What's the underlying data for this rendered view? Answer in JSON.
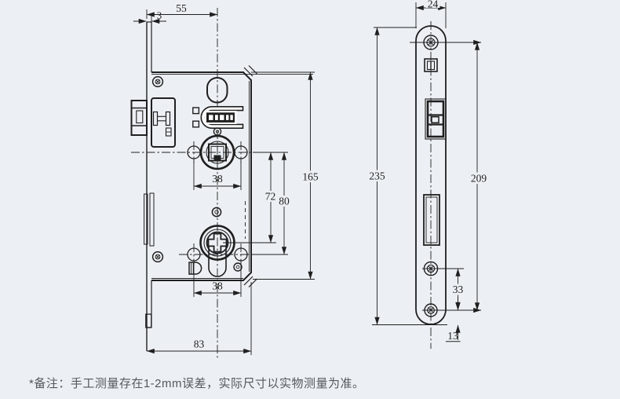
{
  "colors": {
    "background": "#ecf0f4",
    "line": "#1f1f1f",
    "note_text": "#54585d"
  },
  "lock_body_view": {
    "dims": {
      "backset_55": "55",
      "plate_thickness_3": "3",
      "spindle_screws_span_38": "38",
      "centers_72": "72",
      "centers_80": "80",
      "body_height_165": "165",
      "cylinder_screws_span_38": "38",
      "body_width_83": "83"
    }
  },
  "faceplate_view": {
    "dims": {
      "plate_width_24": "24",
      "plate_height_235": "235",
      "screw_distance_209": "209",
      "lower_screw_span_33": "33",
      "bottom_offset_13": "13"
    }
  },
  "note": {
    "text": "*备注：手工测量存在1-2mm误差，实际尺寸以实物测量为准。"
  }
}
